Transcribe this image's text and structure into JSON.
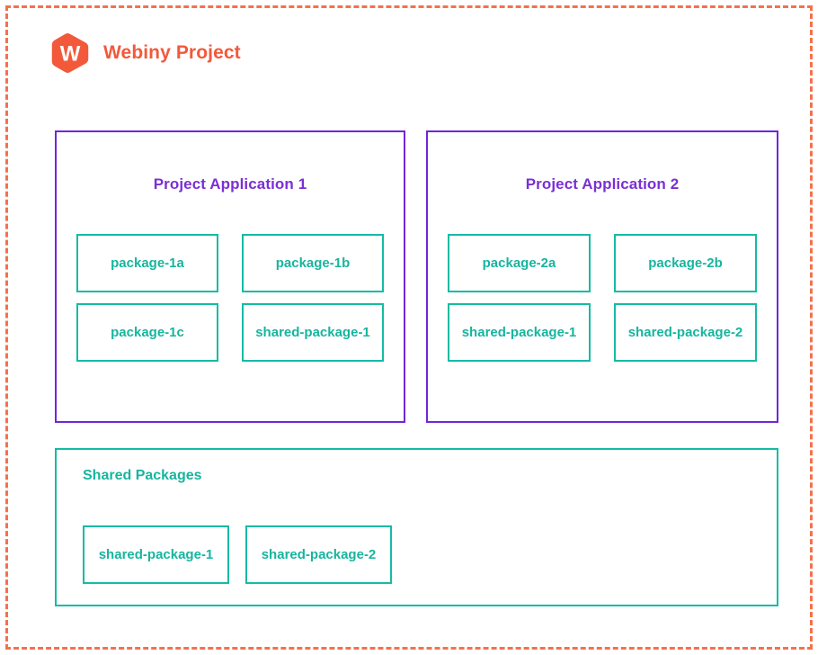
{
  "frame": {
    "border_color": "#f5714b",
    "border_style": "dashed"
  },
  "header": {
    "logo_icon": "webiny-hexagon-logo",
    "logo_letter": "W",
    "logo_color": "#f2593b",
    "title": "Webiny Project",
    "title_color": "#f2593b"
  },
  "colors": {
    "accent_orange": "#f2593b",
    "accent_purple": "#7026d9",
    "accent_teal": "#15bba4"
  },
  "applications": [
    {
      "title": "Project Application 1",
      "packages": [
        "package-1a",
        "package-1b",
        "package-1c",
        "shared-package-1"
      ]
    },
    {
      "title": "Project Application 2",
      "packages": [
        "package-2a",
        "package-2b",
        "shared-package-1",
        "shared-package-2"
      ]
    }
  ],
  "shared": {
    "title": "Shared Packages",
    "packages": [
      "shared-package-1",
      "shared-package-2"
    ]
  }
}
